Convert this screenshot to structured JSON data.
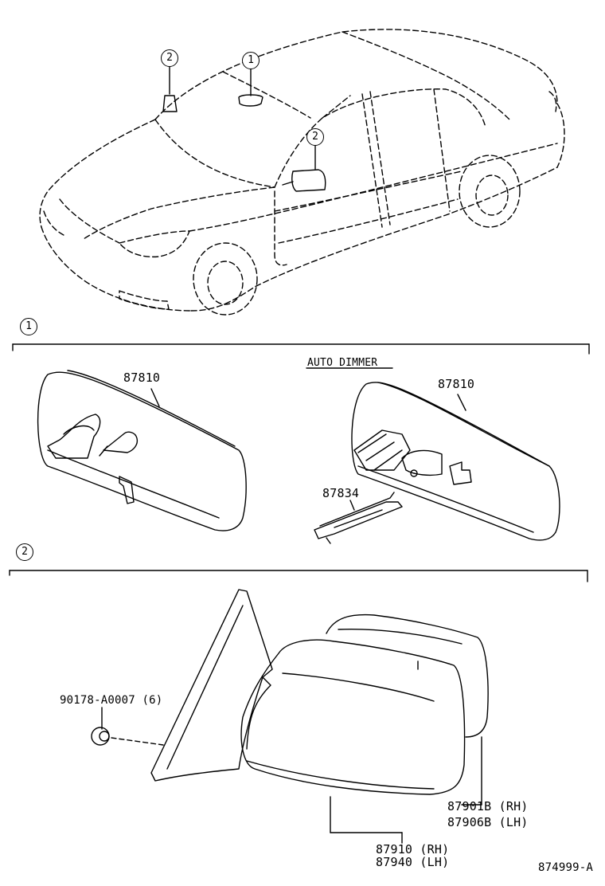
{
  "callouts": {
    "car_inner_mirror": "1",
    "car_roof": "2",
    "car_door_mirror": "2",
    "section_inner": "1",
    "section_outer": "2"
  },
  "section_inner": {
    "variant_label": "AUTO DIMMER",
    "mirror_part_left": "87810",
    "mirror_part_right": "87810",
    "clip_part": "87834"
  },
  "section_outer": {
    "screw_part": "90178-A0007 (6)",
    "cover_rh": "87901B (RH)",
    "cover_lh": "87906B (LH)",
    "assy_rh": "87910 (RH)",
    "assy_lh": "87940 (LH)"
  },
  "figure_code": "874999-A"
}
